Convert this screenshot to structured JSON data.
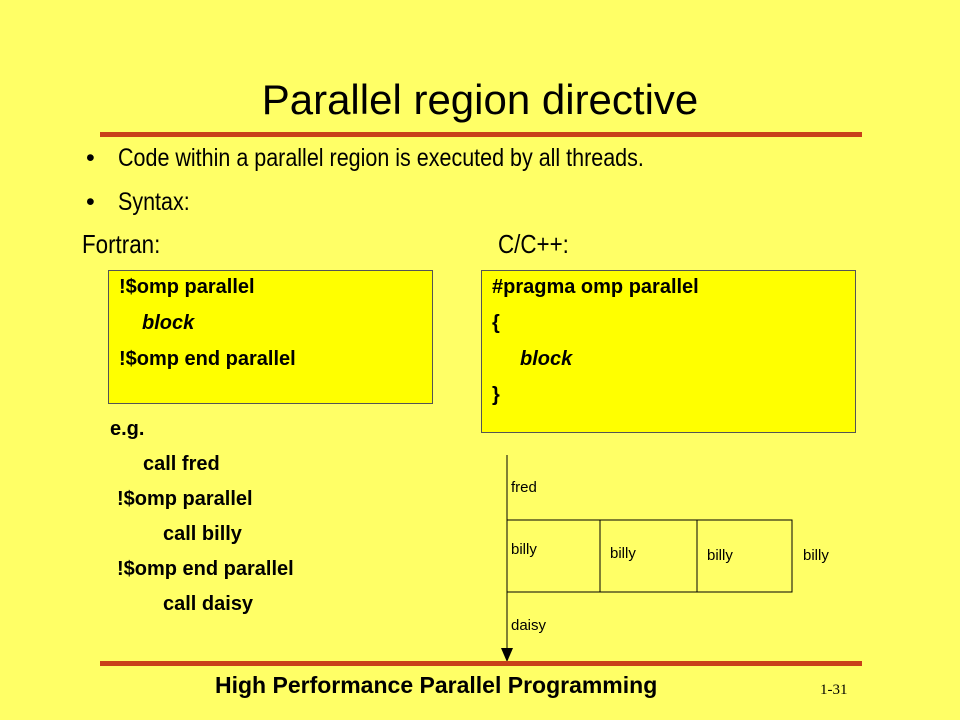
{
  "title": "Parallel region directive",
  "bullets": [
    "Code within a parallel region is executed by all threads.",
    "Syntax:"
  ],
  "bullet_symbol": "•",
  "fortran_label": "Fortran:",
  "c_label": "C/C++:",
  "fortran_code": [
    "!$omp parallel",
    "block",
    "!$omp end parallel"
  ],
  "c_code": [
    "#pragma omp parallel",
    "{",
    "block",
    "}"
  ],
  "example": {
    "label": "e.g.",
    "lines": [
      "call fred",
      "!$omp parallel",
      "call billy",
      "!$omp end parallel",
      "call daisy"
    ]
  },
  "diagram": {
    "before": "fred",
    "threads": [
      "billy",
      "billy",
      "billy",
      "billy"
    ],
    "after": "daisy"
  },
  "footer": "High Performance Parallel Programming",
  "page_number": "1-31",
  "colors": {
    "background": "#ffff66",
    "code_box": "#ffff00",
    "rule": "#c8401a"
  }
}
